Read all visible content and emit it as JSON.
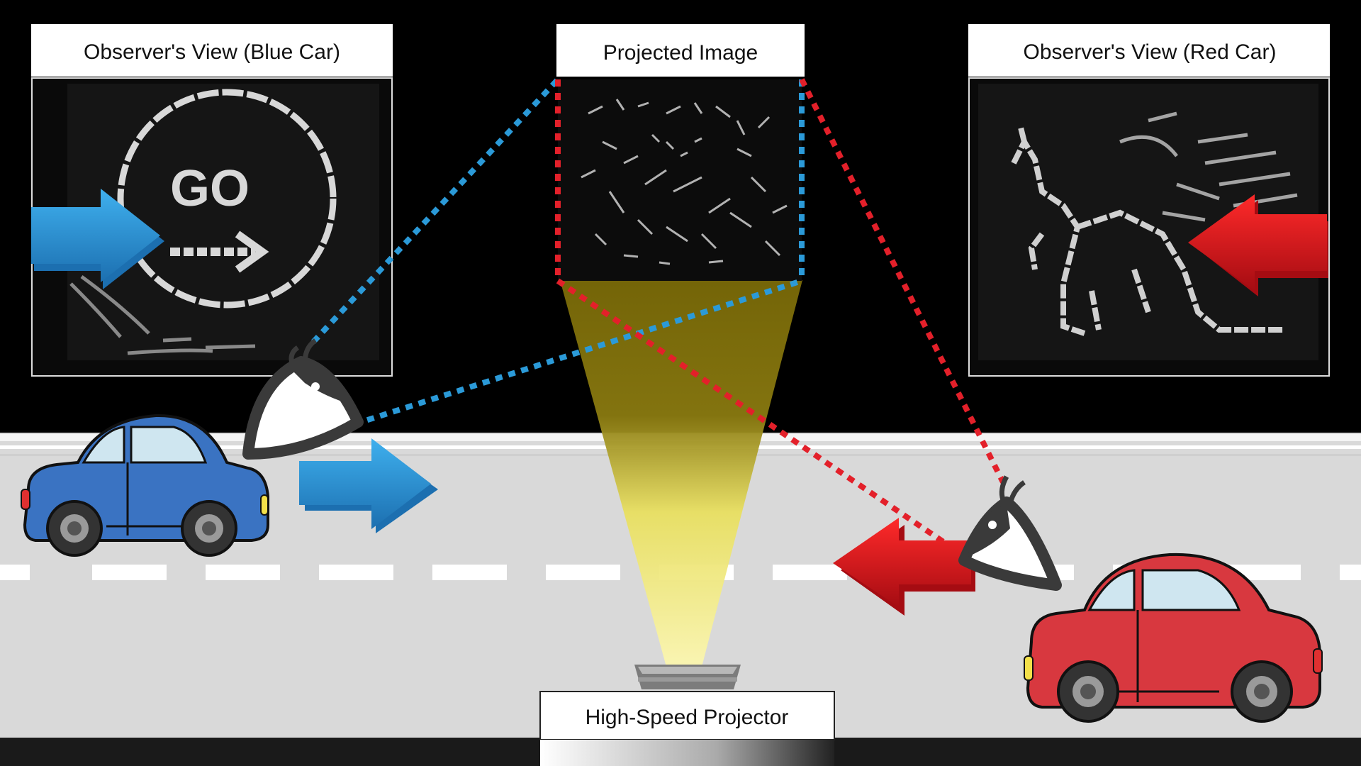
{
  "labels": {
    "left_view": "Observer's View (Blue Car)",
    "projected": "Projected Image",
    "right_view": "Observer's View (Red Car)",
    "projector": "High-Speed Projector"
  },
  "panel_text": {
    "go": "GO"
  },
  "colors": {
    "blue_car": "#3a73c2",
    "red_car": "#d8383f",
    "blue_arrow": "#2c9ad8",
    "red_arrow": "#e0141c",
    "blue_dots": "#2b9ad8",
    "red_dots": "#e3202a",
    "beam": "#f5ec7a",
    "road": "#d9d9d9"
  },
  "icons": [
    "eye-icon-blue-observer",
    "eye-icon-red-observer",
    "blue-car-icon",
    "red-car-icon"
  ]
}
